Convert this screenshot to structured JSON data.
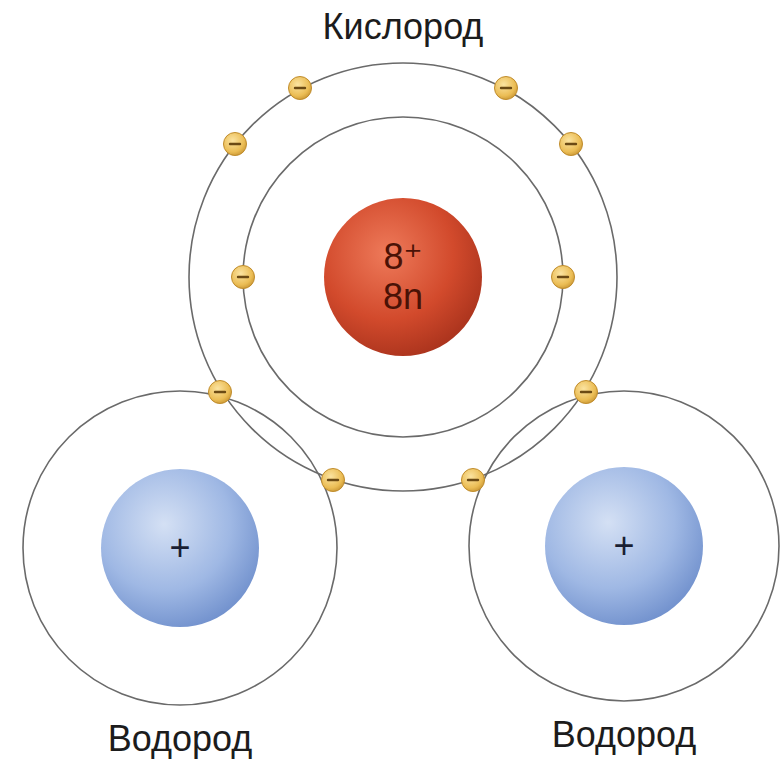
{
  "diagram": {
    "nodes": [
      {
        "text": [
          "Кислород"
        ]
      },
      {
        "text": [
          "8⁺",
          "8n"
        ],
        "in": 0
      },
      {
        "text": [
          "Водород"
        ]
      },
      {
        "text": [
          "+"
        ],
        "in": 2
      },
      {
        "text": [
          "Водород"
        ]
      },
      {
        "text": [
          "+"
        ],
        "in": 4
      }
    ]
  }
}
